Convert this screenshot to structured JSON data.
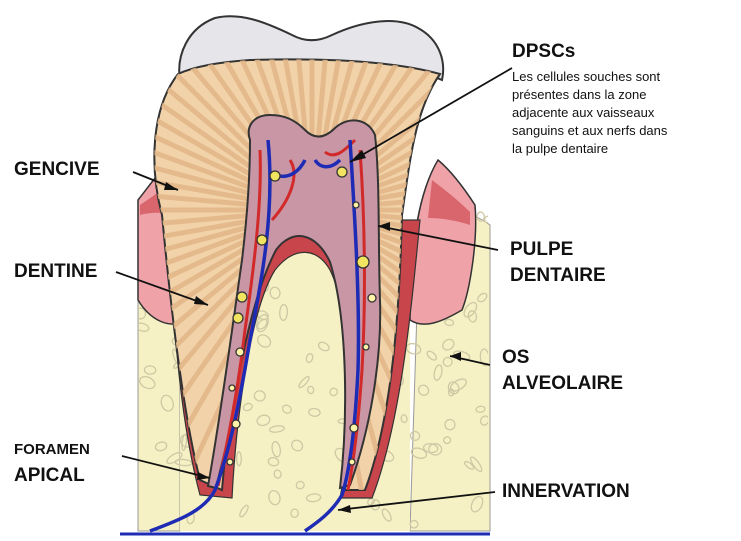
{
  "labels": {
    "dpscs": "DPSCs",
    "dpscs_description": [
      "Les cellules souches sont",
      "présentes dans la zone",
      "adjacente aux vaisseaux",
      "sanguins et aux nerfs dans",
      "la pulpe dentaire"
    ],
    "gencive": "GENCIVE",
    "dentine": "DENTINE",
    "pulpe": [
      "PULPE",
      "DENTAIRE"
    ],
    "os": [
      "OS",
      "ALVEOLAIRE"
    ],
    "foramen": [
      "FORAMEN",
      "APICAL"
    ],
    "innervation": "INNERVATION"
  },
  "colors": {
    "enamel": "#e6e6ea",
    "dentin": "#f2d3a9",
    "dentin_stripes": "#e3b789",
    "pulp": "#c996a6",
    "gum": "#efa3a8",
    "gum_dark": "#c9454c",
    "bone": "#f6f1c4",
    "bone_cells": "#d3cdae",
    "nerve": "#1e2bb4",
    "vessel": "#d22a2a",
    "cell": "#f0e460"
  }
}
